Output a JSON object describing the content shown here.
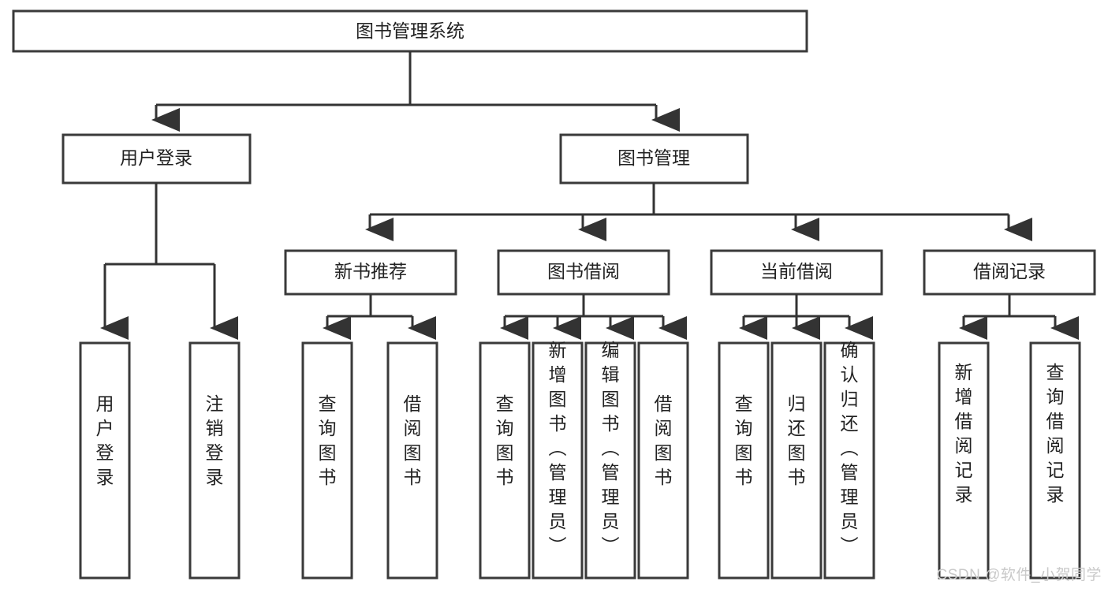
{
  "diagram": {
    "type": "tree-hierarchy-chart",
    "title": "图书管理系统",
    "watermark": "CSDN @软件_小贺同学",
    "colors": {
      "box_stroke": "#3a3a3a",
      "box_fill": "#ffffff",
      "link": "#333333",
      "text": "#222222",
      "watermark": "#c9c9c9"
    },
    "root": {
      "label": "图书管理系统"
    },
    "level2": [
      {
        "label": "用户登录"
      },
      {
        "label": "图书管理"
      }
    ],
    "level3": [
      {
        "label": "新书推荐"
      },
      {
        "label": "图书借阅"
      },
      {
        "label": "当前借阅"
      },
      {
        "label": "借阅记录"
      }
    ],
    "groups": [
      {
        "parent": "用户登录",
        "leaves": [
          {
            "label": "用户登录"
          },
          {
            "label": "注销登录"
          }
        ]
      },
      {
        "parent": "新书推荐",
        "leaves": [
          {
            "label": "查询图书"
          },
          {
            "label": "借阅图书"
          }
        ]
      },
      {
        "parent": "图书借阅",
        "leaves": [
          {
            "label": "查询图书"
          },
          {
            "label": "新增图书（管理员）"
          },
          {
            "label": "编辑图书（管理员）"
          },
          {
            "label": "借阅图书"
          }
        ]
      },
      {
        "parent": "当前借阅",
        "leaves": [
          {
            "label": "查询图书"
          },
          {
            "label": "归还图书"
          },
          {
            "label": "确认归还（管理员）"
          }
        ]
      },
      {
        "parent": "借阅记录",
        "leaves": [
          {
            "label": "新增借阅记录"
          },
          {
            "label": "查询借阅记录"
          }
        ]
      }
    ]
  }
}
